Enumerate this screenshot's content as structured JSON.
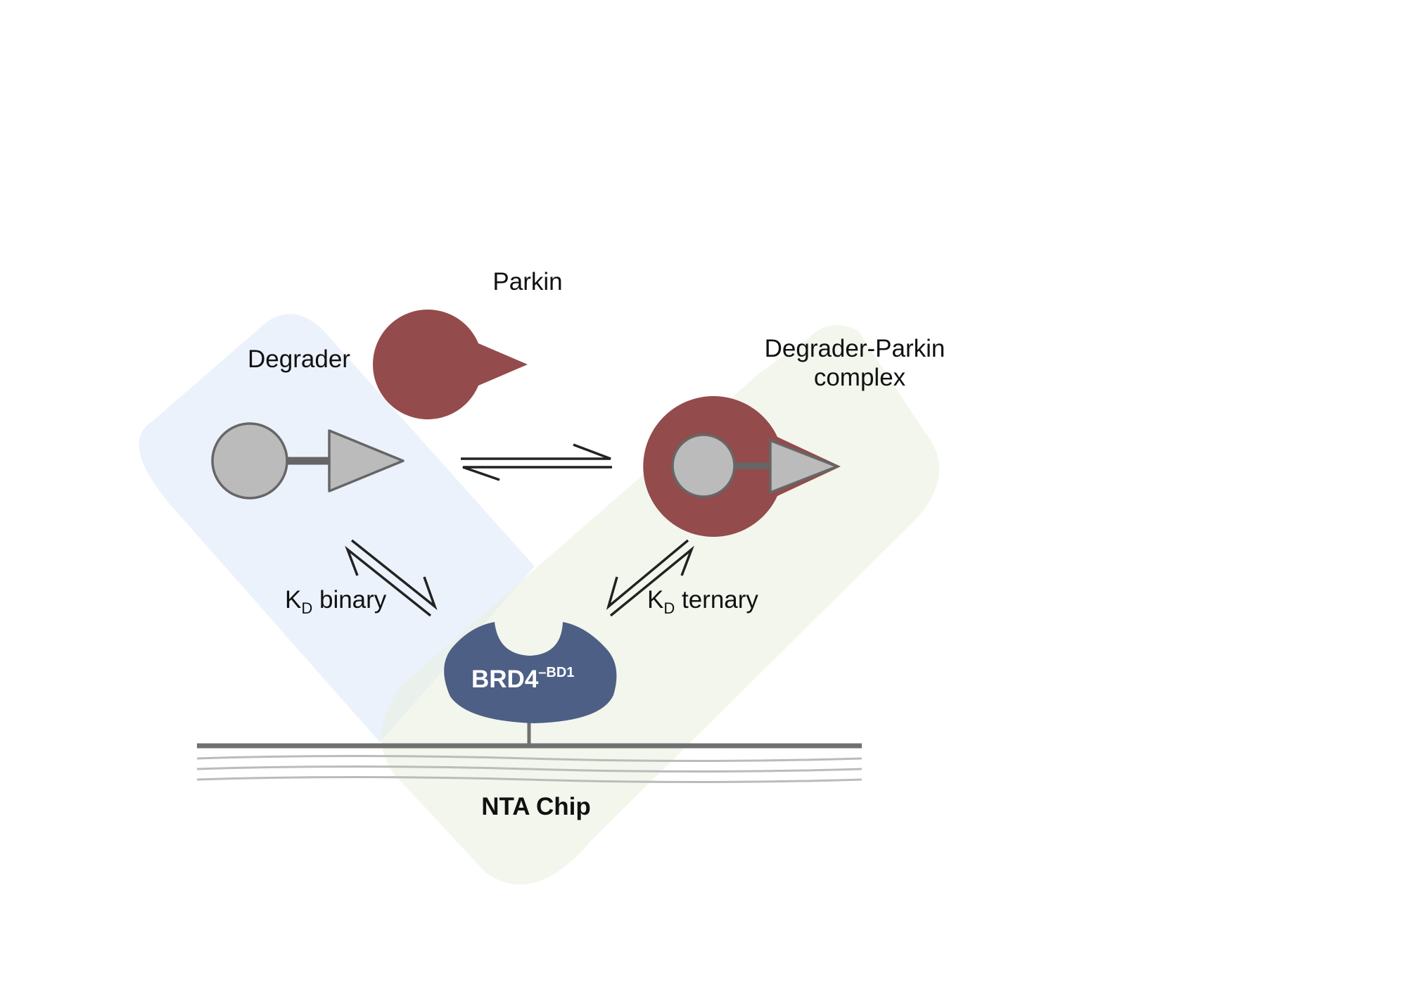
{
  "labels": {
    "degrader": "Degrader",
    "plus": "+",
    "parkin": "Parkin",
    "complex_line1": "Degrader-Parkin",
    "complex_line2": "complex",
    "kd_binary_k": "K",
    "kd_binary_sub": "D",
    "kd_binary_text": " binary",
    "kd_ternary_k": "K",
    "kd_ternary_sub": "D",
    "kd_ternary_text": " ternary",
    "brd4": "BRD4",
    "brd4_sup": "–BD1",
    "chip": "NTA Chip"
  },
  "colors": {
    "blue_region": "#dce8f7",
    "green_region": "#e9eedf",
    "parkin": "#944b4b",
    "degrader_fill": "#bbbbbb",
    "degrader_stroke": "#666666",
    "brd4": "#4d5f85",
    "chip_line": "#707070",
    "chip_wave": "#bbbbbb",
    "arrow": "#222222"
  },
  "icons": {
    "parkin": "pacman-shape",
    "degrader": "circle-linker-triangle",
    "brd4": "protein-with-pocket",
    "equilibrium": "double-half-arrow"
  }
}
